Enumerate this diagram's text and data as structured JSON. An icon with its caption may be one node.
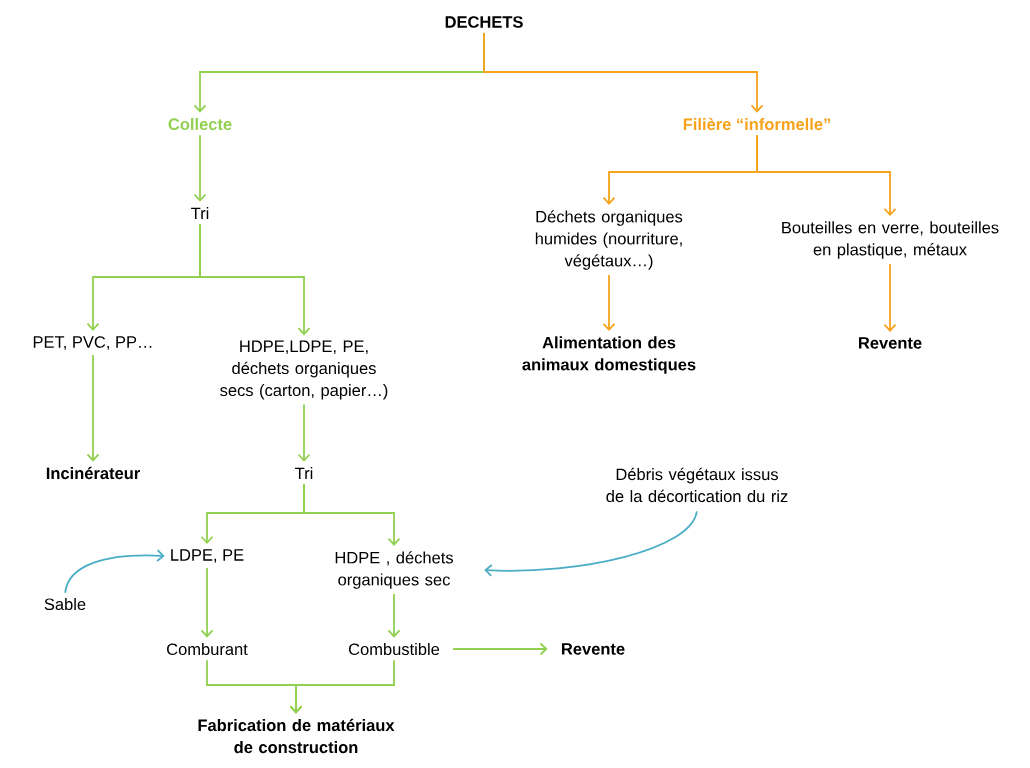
{
  "diagram": {
    "nodes": [
      {
        "text": [
          "DECHETS"
        ]
      },
      {
        "text": [
          "Collecte"
        ]
      },
      {
        "text": [
          "Filière “informelle”"
        ]
      },
      {
        "text": [
          "Tri"
        ]
      },
      {
        "text": [
          "Déchets organiques humides (nourriture, végétaux…)"
        ]
      },
      {
        "text": [
          "Bouteilles en verre, bouteilles en plastique, métaux"
        ]
      },
      {
        "text": [
          "Alimentation des animaux domestiques"
        ]
      },
      {
        "text": [
          "Revente"
        ]
      },
      {
        "text": [
          "PET, PVC, PP…"
        ]
      },
      {
        "text": [
          "HDPE,LDPE, PE, déchets organiques secs (carton, papier…)"
        ]
      },
      {
        "text": [
          "Incinérateur"
        ]
      },
      {
        "text": [
          "Tri"
        ]
      },
      {
        "text": [
          "Débris végétaux issus de la décortication du riz"
        ]
      },
      {
        "text": [
          "LDPE, PE"
        ]
      },
      {
        "text": [
          "HDPE , déchets organiques sec"
        ]
      },
      {
        "text": [
          "Sable"
        ]
      },
      {
        "text": [
          "Comburant"
        ]
      },
      {
        "text": [
          "Combustible"
        ]
      },
      {
        "text": [
          "Revente"
        ]
      },
      {
        "text": [
          "Fabrication de matériaux de construction"
        ]
      }
    ],
    "edges": [
      {
        "from": 0,
        "to": 1,
        "arrow": "to"
      },
      {
        "from": 0,
        "to": 2,
        "arrow": "to",
        "color": "#f7a21b"
      },
      {
        "from": 1,
        "to": 3,
        "arrow": "to"
      },
      {
        "from": 2,
        "to": 4,
        "arrow": "to",
        "color": "#f7a21b"
      },
      {
        "from": 2,
        "to": 5,
        "arrow": "to",
        "color": "#f7a21b"
      },
      {
        "from": 4,
        "to": 6,
        "arrow": "to",
        "color": "#f7a21b"
      },
      {
        "from": 5,
        "to": 7,
        "arrow": "to",
        "color": "#f7a21b"
      },
      {
        "from": 3,
        "to": 8,
        "arrow": "to"
      },
      {
        "from": 3,
        "to": 9,
        "arrow": "to"
      },
      {
        "from": 8,
        "to": 10,
        "arrow": "to"
      },
      {
        "from": 9,
        "to": 11,
        "arrow": "to"
      },
      {
        "from": 11,
        "to": 13,
        "arrow": "to"
      },
      {
        "from": 11,
        "to": 14,
        "arrow": "to"
      },
      {
        "from": 12,
        "to": 14,
        "arrow": "to",
        "color": "#4bacc6"
      },
      {
        "from": 15,
        "to": 13,
        "arrow": "to",
        "color": "#4bacc6"
      },
      {
        "from": 13,
        "to": 16,
        "arrow": "to"
      },
      {
        "from": 14,
        "to": 17,
        "arrow": "to"
      },
      {
        "from": 17,
        "to": 18,
        "arrow": "to"
      },
      {
        "from": 16,
        "to": 19,
        "arrow": "to"
      },
      {
        "from": 17,
        "to": 19,
        "arrow": "to"
      }
    ]
  }
}
